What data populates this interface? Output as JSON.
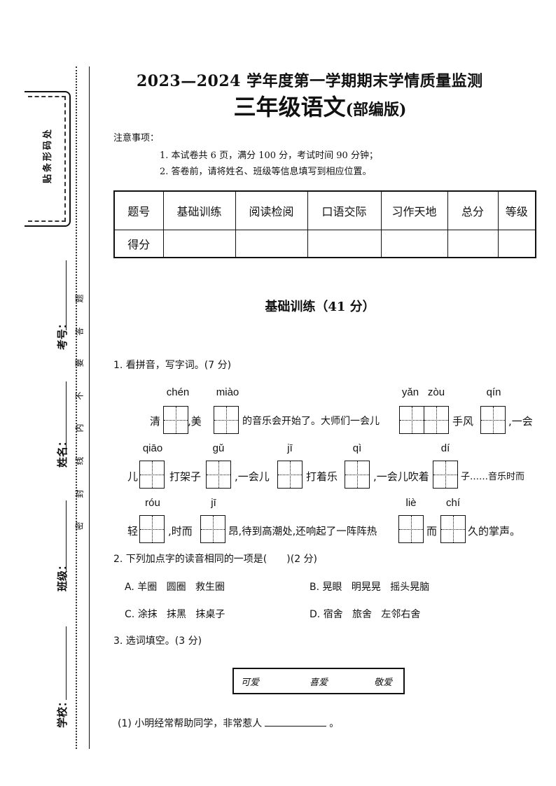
{
  "header": {
    "title": "2023—2024 学年度第一学期期末学情质量监测",
    "subject": "三年级语文",
    "edition": "(部编版)"
  },
  "notes": {
    "heading": "注意事项：",
    "items": [
      "1. 本试卷共 6 页，满分 100 分，考试时间 90 分钟；",
      "2. 答卷前，请将姓名、班级等信息填写到相应位置。"
    ]
  },
  "score_table": {
    "row1": [
      "题号",
      "基础训练",
      "阅读检阅",
      "口语交际",
      "习作天地",
      "总分",
      "等级"
    ],
    "row2_label": "得分"
  },
  "sidebar": {
    "barcode": "贴条形码处",
    "fields": [
      "考号：",
      "姓名：",
      "班级：",
      "学校："
    ],
    "seal": [
      "题",
      "答",
      "要",
      "不",
      "内",
      "线",
      "封",
      "密"
    ]
  },
  "section": "基础训练（41 分）",
  "q1": {
    "stem": "1. 看拼音，写字词。(7 分)",
    "pinyin": [
      "chén",
      "miào",
      "yǎn",
      "zòu",
      "qín",
      "qiāo",
      "gǔ",
      "jī",
      "qì",
      "dí",
      "róu",
      "jī",
      "liè",
      "chí"
    ],
    "text": [
      "清",
      ",美",
      "的音乐会开始了。大师们一会儿",
      "手风",
      ",一会",
      "儿",
      "打架子",
      ",一会儿",
      "打着乐",
      ",一会儿吹着",
      "子……音乐时而",
      "轻",
      ",时而",
      "昂,待到高潮处,还响起了一阵阵热",
      "而",
      "久的掌声。"
    ]
  },
  "q2": {
    "stem": "2. 下列加点字的读音相同的一项是(　　)(2 分)",
    "options": [
      {
        "label": "A.",
        "words": [
          "羊圈",
          "圆圈",
          "救生圈"
        ]
      },
      {
        "label": "B.",
        "words": [
          "晃眼",
          "明晃晃",
          "摇头晃脑"
        ]
      },
      {
        "label": "C.",
        "words": [
          "涂抹",
          "抹黑",
          "抹桌子"
        ]
      },
      {
        "label": "D.",
        "words": [
          "宿舍",
          "旅舍",
          "左邻右舍"
        ]
      }
    ]
  },
  "q3": {
    "stem": "3. 选词填空。(3 分)",
    "words": [
      "可爱",
      "喜爱",
      "敬爱"
    ],
    "item1": "(1) 小明经常帮助同学，非常惹人",
    "item1_end": "。"
  }
}
